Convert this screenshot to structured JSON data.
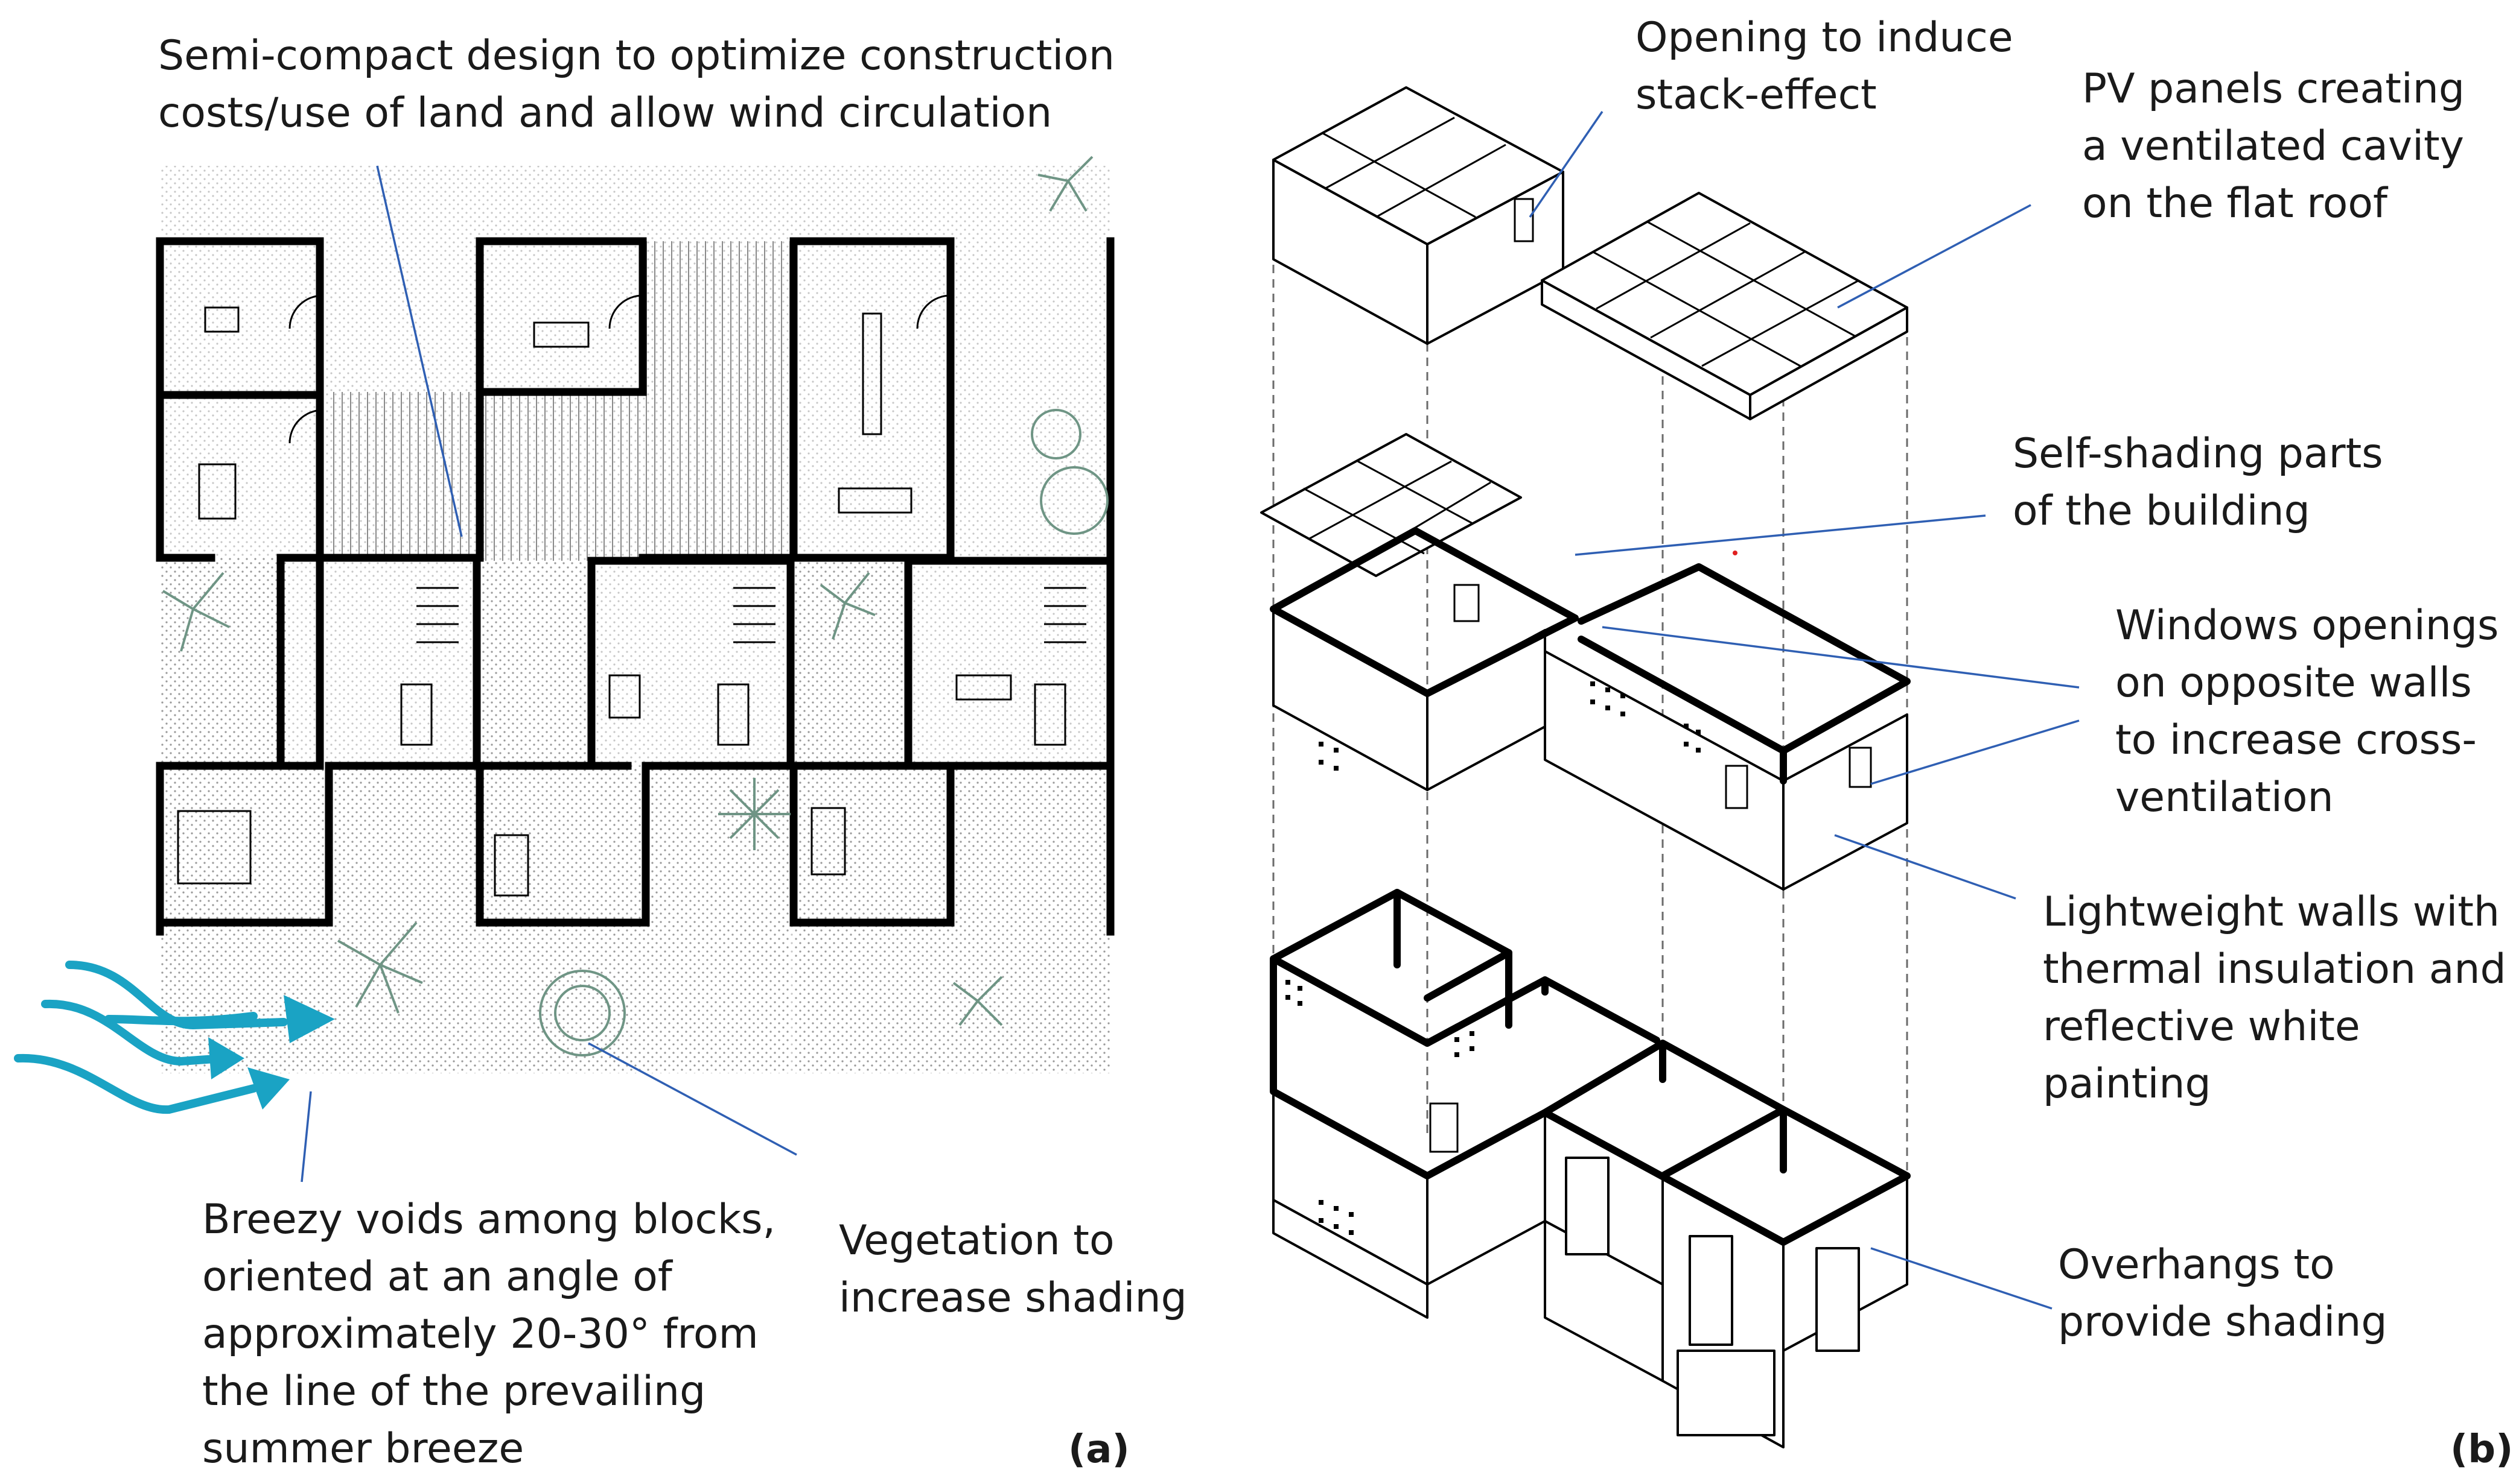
{
  "panel_a": {
    "label": "(a)",
    "annotations": {
      "semi_compact": [
        "Semi-compact design to optimize construction",
        "costs/use of land and allow wind circulation"
      ],
      "breezy_voids": [
        "Breezy voids among blocks,",
        "oriented at an angle of",
        "approximately 20-30° from",
        "the line of the prevailing",
        "summer breeze"
      ],
      "vegetation": [
        "Vegetation to",
        "increase shading"
      ]
    }
  },
  "panel_b": {
    "label": "(b)",
    "annotations": {
      "stack_effect": [
        "Opening to induce",
        "stack-effect"
      ],
      "pv_panels": [
        "PV panels creating",
        "a ventilated cavity",
        "on the flat roof"
      ],
      "self_shading": [
        "Self-shading parts",
        "of the building"
      ],
      "windows": [
        "Windows openings",
        "on opposite walls",
        "to increase cross-",
        "ventilation"
      ],
      "lightweight": [
        "Lightweight walls with",
        "thermal insulation and",
        "reflective white",
        "painting"
      ],
      "overhangs": [
        "Overhangs to",
        "provide shading"
      ]
    }
  },
  "colors": {
    "leader_line": "#2f5fb3",
    "breeze_arrow": "#1aa3c4",
    "vegetation": "#6f9585",
    "wall": "#000000"
  }
}
